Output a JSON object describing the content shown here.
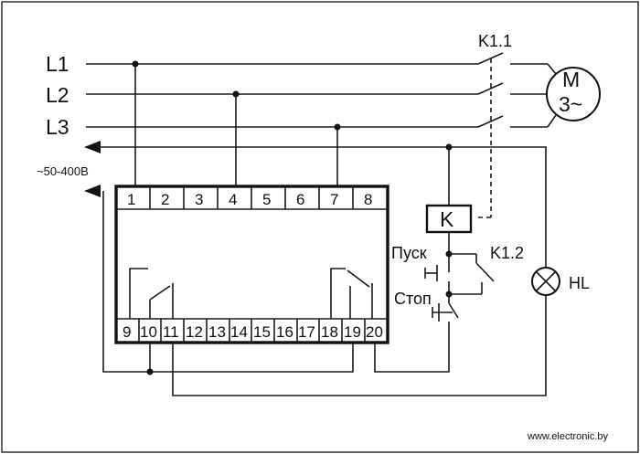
{
  "lines": {
    "l1": "L1",
    "l2": "L2",
    "l3": "L3"
  },
  "supply_label": "~50-400В",
  "contactor_main_label": "K1.1",
  "motor": {
    "letter": "M",
    "phase": "3~"
  },
  "coil_label": "K",
  "start_label": "Пуск",
  "stop_label": "Стоп",
  "aux_contact_label": "K1.2",
  "lamp_label": "HL",
  "terminals_top": [
    "1",
    "2",
    "3",
    "4",
    "5",
    "6",
    "7",
    "8"
  ],
  "terminals_bottom": [
    "9",
    "10",
    "11",
    "12",
    "13",
    "14",
    "15",
    "16",
    "17",
    "18",
    "19",
    "20"
  ],
  "watermark": "www.electronic.by"
}
